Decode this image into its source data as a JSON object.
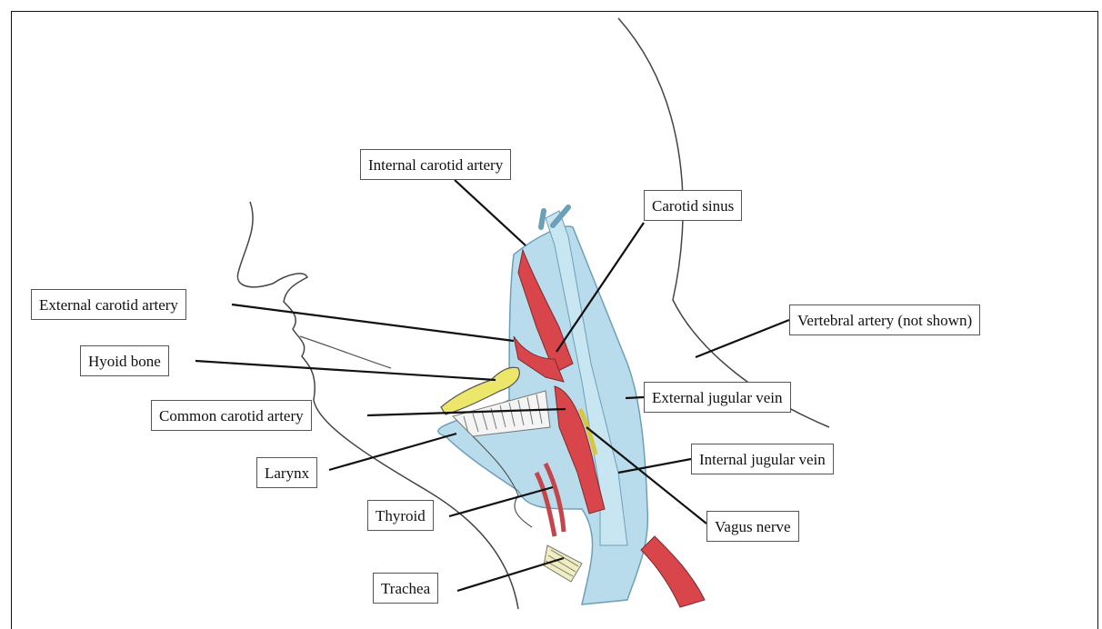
{
  "labels": {
    "internal_carotid": "Internal carotid artery",
    "carotid_sinus": "Carotid sinus",
    "external_carotid": "External carotid artery",
    "vertebral": "Vertebral artery (not shown)",
    "hyoid": "Hyoid bone",
    "external_jugular": "External jugular vein",
    "common_carotid": "Common carotid artery",
    "internal_jugular": "Internal jugular vein",
    "larynx": "Larynx",
    "thyroid": "Thyroid",
    "vagus": "Vagus nerve",
    "trachea": "Trachea"
  },
  "colors": {
    "vein": "#b9dcec",
    "artery": "#d8454a",
    "bone": "#ece76a",
    "outline": "#333333"
  }
}
